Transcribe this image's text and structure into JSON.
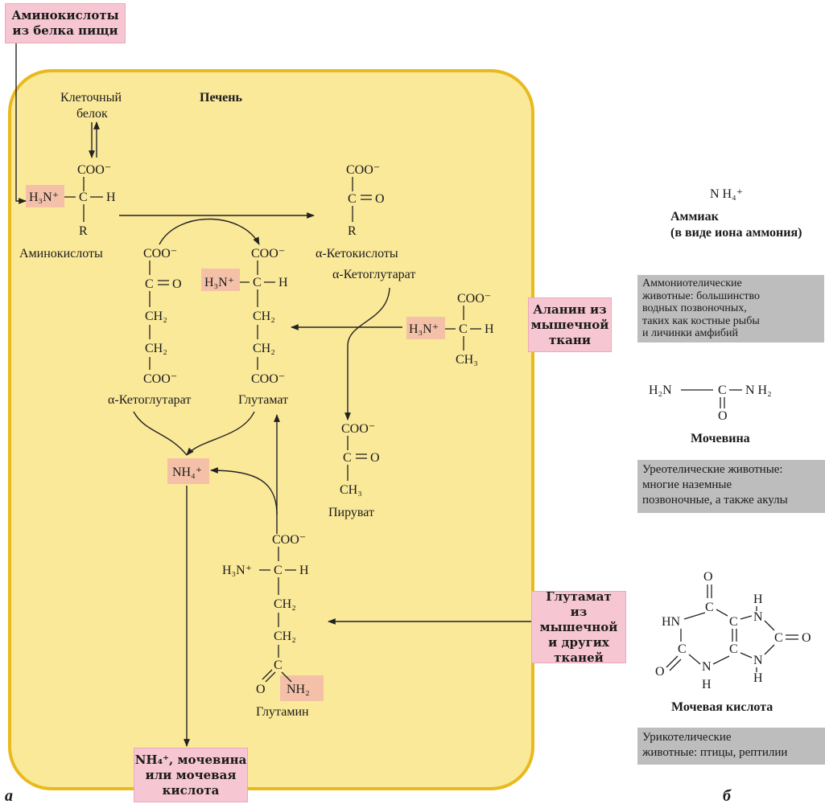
{
  "title_liver": "Печень",
  "cell_protein": [
    "Клеточный",
    "белок"
  ],
  "input_amino": [
    "Аминокислоты",
    "из белка пищи"
  ],
  "alanine_in": [
    "Аланин из",
    "мышечной",
    "ткани"
  ],
  "glutamate_in": [
    "Глутамат",
    "из мышечной",
    "и других",
    "тканей"
  ],
  "output": [
    "NH₄⁺, мочевина",
    "или мочевая",
    "кислота"
  ],
  "labels": {
    "amino_acids": "Аминокислоты",
    "keto_acids": "α-Кетокислоты",
    "a_ketoglutarate_top": "α-Кетоглутарат",
    "a_ketoglutarate": "α-Кетоглутарат",
    "glutamate": "Глутамат",
    "pyruvate": "Пируват",
    "glutamine": "Глутамин",
    "nh4": "NH₄⁺"
  },
  "chem": {
    "coo": "COO⁻",
    "h3n": "H₃N⁺",
    "r": "R",
    "h": "H",
    "c": "C",
    "o": "O",
    "ch2": "CH₂",
    "ch3": "CH₃",
    "nh2": "NH₂"
  },
  "panel_a": "а",
  "panel_b": "б",
  "ammonia": {
    "formula": "N H₄⁺",
    "name": "Аммиак",
    "note": "(в виде иона аммония)"
  },
  "ammoniotelic": [
    "Аммониотелические",
    "животные: большинство",
    "водных позвоночных,",
    "таких как костные рыбы",
    "и личинки амфибий"
  ],
  "urea": {
    "left": "H₂N",
    "c": "C",
    "right": "N H₂",
    "o": "O",
    "name": "Мочевина"
  },
  "ureotelic": [
    "Уреотелические животные:",
    "многие наземные",
    "позвоночные, а также акулы"
  ],
  "uric": {
    "name": "Мочевая кислота",
    "o": "O",
    "h": "H",
    "hn": "HN",
    "n": "N",
    "c": "C"
  },
  "uricotelic": [
    "Урикотелические",
    "животные: птицы, рептилии"
  ],
  "colors": {
    "liver_fill": "#fbe99a",
    "liver_border": "#e9b91d",
    "pink": "#f7c6d3",
    "gray": "#bdbdbd"
  }
}
